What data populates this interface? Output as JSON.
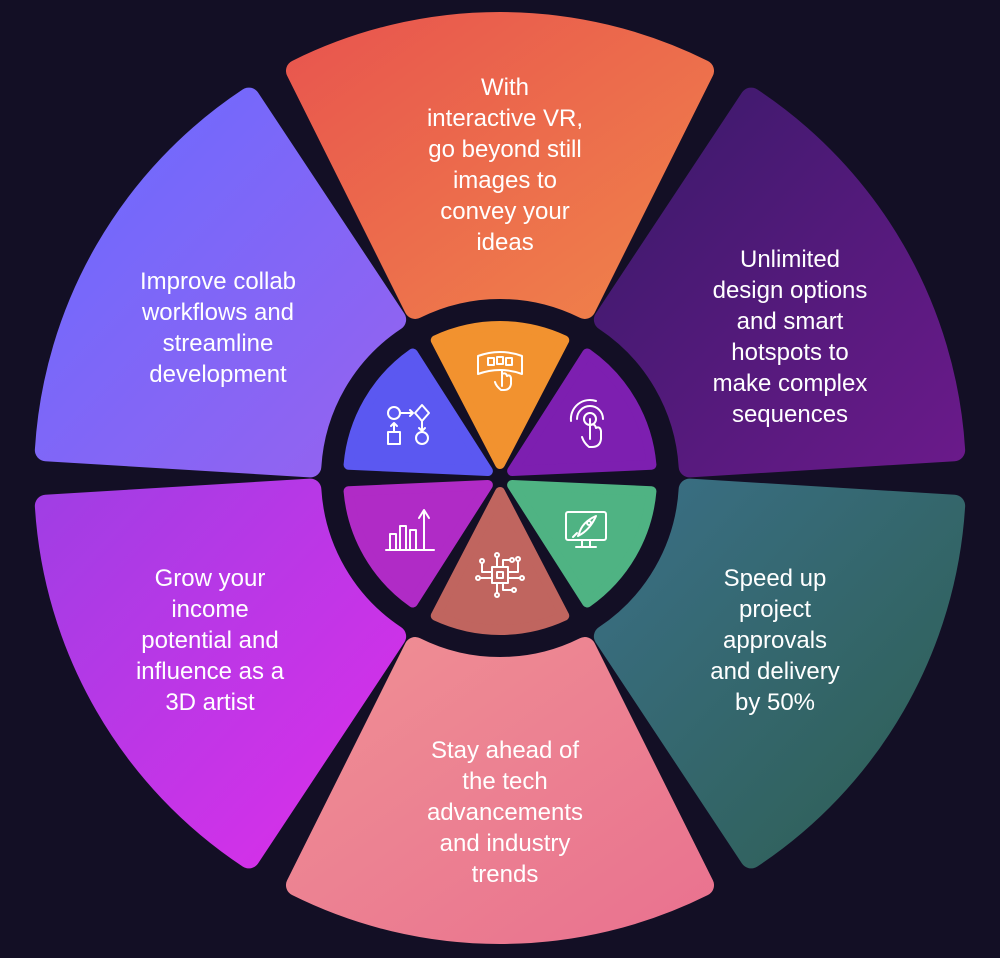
{
  "segments": [
    {
      "id": "top",
      "text": "With\ninteractive VR,\ngo beyond still\nimages to\nconvey your\nideas",
      "icon": "vr-headset-hand-icon",
      "colors": [
        "#e8554e",
        "#f0834a"
      ],
      "inner_color": "#f2922f"
    },
    {
      "id": "upper_right",
      "text": "Unlimited\ndesign options\nand smart\nhotspots to\nmake complex\nsequences",
      "icon": "touch-hotspot-icon",
      "colors": [
        "#3a1a6a",
        "#6a1a8a"
      ],
      "inner_color": "#7d1fb0"
    },
    {
      "id": "lower_right",
      "text": "Speed up\nproject\napprovals\nand delivery\nby 50%",
      "icon": "rocket-monitor-icon",
      "colors": [
        "#3a6f86",
        "#2e5e52"
      ],
      "inner_color": "#4fb383"
    },
    {
      "id": "bottom",
      "text": "Stay ahead of\nthe tech\nadvancements\nand industry\ntrends",
      "icon": "circuit-chip-icon",
      "colors": [
        "#ef8f94",
        "#e9728f"
      ],
      "inner_color": "#c0655f"
    },
    {
      "id": "lower_left",
      "text": "Grow your\nincome\npotential and\ninfluence as a\n3D artist",
      "icon": "bar-chart-growth-icon",
      "colors": [
        "#a03ee4",
        "#dd2ee9"
      ],
      "inner_color": "#b02bc6"
    },
    {
      "id": "upper_left",
      "text": "Improve collab\nworkflows and\nstreamline\ndevelopment",
      "icon": "flowchart-icon",
      "colors": [
        "#6a6bff",
        "#9662ef"
      ],
      "inner_color": "#5b58f1"
    }
  ]
}
